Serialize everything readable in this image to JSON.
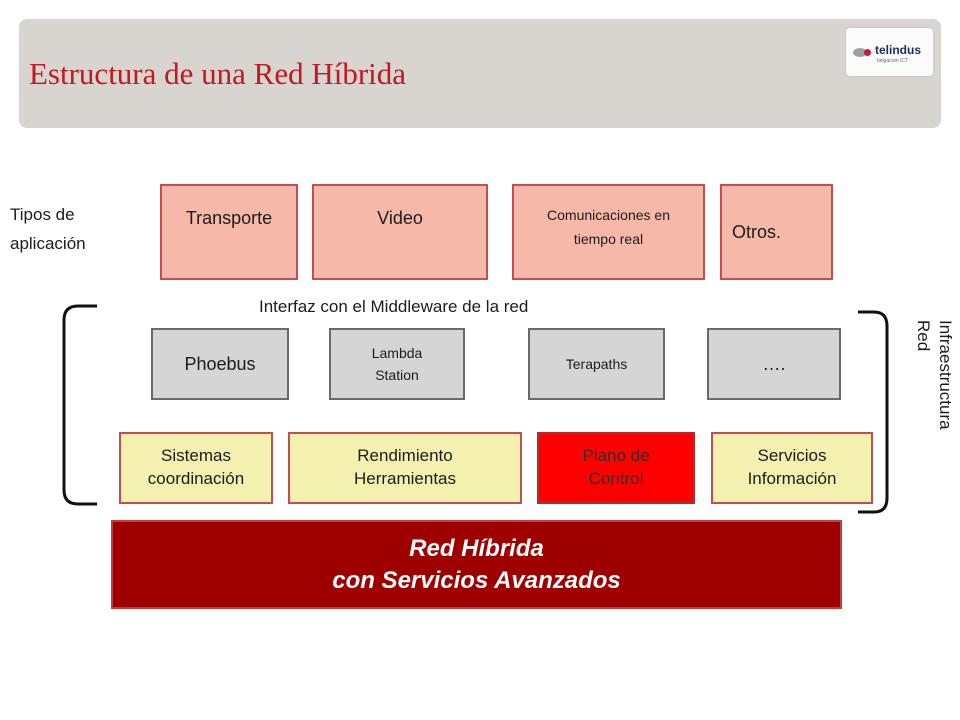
{
  "title": "Estructura de una Red Híbrida",
  "logo": {
    "name": "telindus",
    "sub": "belgacom ICT"
  },
  "left_label": [
    "Tipos de",
    "aplicación"
  ],
  "app_boxes": [
    "Transporte",
    "Video",
    "Comunicaciones en tiempo real",
    "Otros."
  ],
  "middleware_label": "Interfaz con el Middleware de la red",
  "middleware_boxes": [
    "Phoebus",
    "Lambda Station",
    "Terapaths",
    "…."
  ],
  "tool_boxes": [
    "Sistemas coordinación",
    "Rendimiento Herramientas",
    "Plano de Control",
    "Servicios Información"
  ],
  "right_label": [
    "Infraestructura",
    "Red"
  ],
  "base": [
    "Red Híbrida",
    "con Servicios Avanzados"
  ],
  "colors": {
    "title": "#c0191f",
    "app_fill": "#f6b8a8",
    "middleware_fill": "#d5d5d5",
    "tool_fill": "#f4f0b0",
    "control_fill": "#ff0000",
    "base_fill": "#9e0000",
    "header_bg": "#d8d4d0"
  }
}
